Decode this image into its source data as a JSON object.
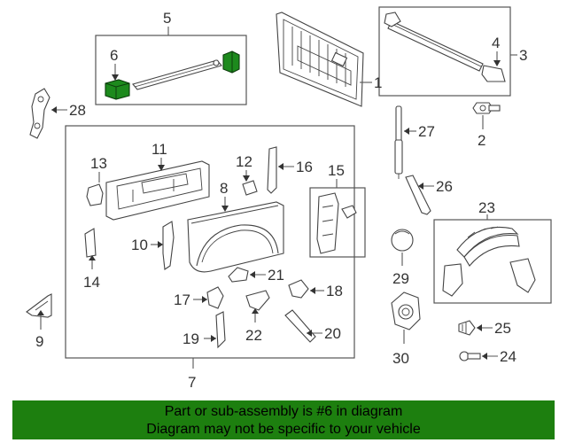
{
  "callouts": {
    "c1": "1",
    "c2": "2",
    "c3": "3",
    "c4": "4",
    "c5": "5",
    "c6": "6",
    "c7": "7",
    "c8": "8",
    "c9": "9",
    "c10": "10",
    "c11": "11",
    "c12": "12",
    "c13": "13",
    "c14": "14",
    "c15": "15",
    "c16": "16",
    "c17": "17",
    "c18": "18",
    "c19": "19",
    "c20": "20",
    "c21": "21",
    "c22": "22",
    "c23": "23",
    "c24": "24",
    "c25": "25",
    "c26": "26",
    "c27": "27",
    "c28": "28",
    "c29": "29",
    "c30": "30"
  },
  "highlight": {
    "part_number": "6",
    "fill_color": "#1d8a1d"
  },
  "banner": {
    "line1": "Part or sub-assembly is #6 in diagram",
    "line2": "Diagram may not be specific to your vehicle",
    "background": "#1d7f0f"
  }
}
